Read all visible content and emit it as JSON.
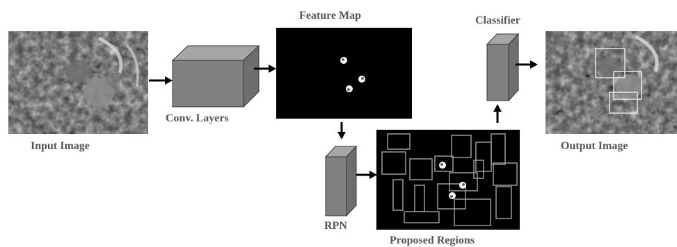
{
  "labels": {
    "input_image": "Input Image",
    "conv_layers": "Conv. Layers",
    "feature_map": "Feature Map",
    "rpn": "RPN",
    "proposed_regions": "Proposed Regions",
    "classifier": "Classifier",
    "output_image": "Output Image"
  },
  "colors": {
    "label_text": "#555555",
    "box_face": "#808080",
    "box_top": "#a6a6a6",
    "box_side": "#6e6e6e",
    "panel": "#000000",
    "region_stroke": "#9a9a9a"
  }
}
